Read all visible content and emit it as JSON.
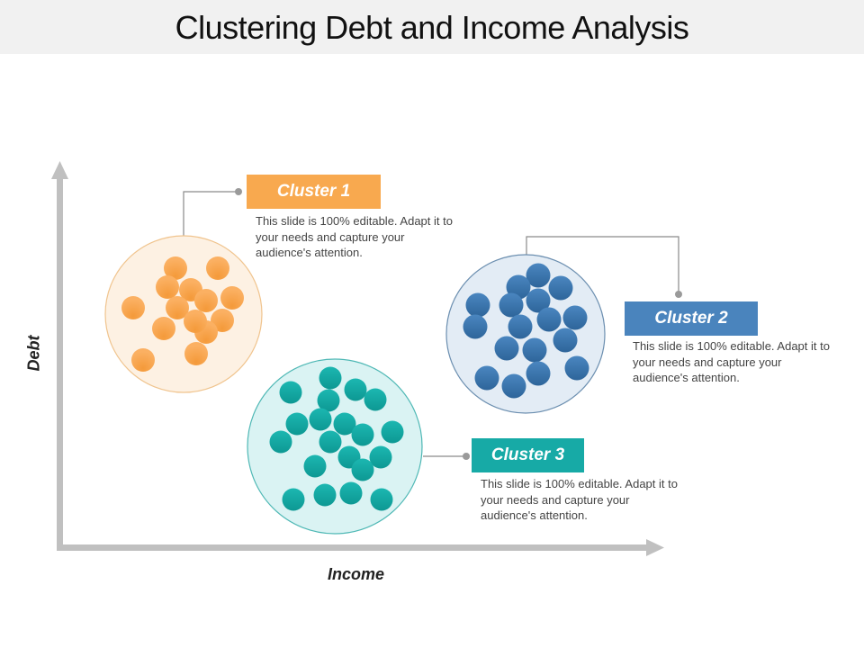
{
  "header": {
    "title": "Clustering Debt and Income Analysis"
  },
  "axes": {
    "x_label": "Income",
    "y_label": "Debt",
    "color": "#c0c0c0"
  },
  "clusters": [
    {
      "label": "Cluster 1",
      "description": "This slide is 100% editable. Adapt it to your needs and capture your audience's attention.",
      "color": "#f7a34b",
      "fill": "#fdf1e3",
      "border": "#f0c48e",
      "label_bg": "#f8a94f",
      "dot_count": 14
    },
    {
      "label": "Cluster 2",
      "description": "This slide is 100% editable. Adapt it to your needs and capture your audience's attention.",
      "color": "#3a77b0",
      "fill": "#e3ecf5",
      "border": "#6c8fb0",
      "label_bg": "#4a84bd",
      "dot_count": 17
    },
    {
      "label": "Cluster 3",
      "description": "This slide is 100% editable. Adapt it to your needs and capture your audience's attention.",
      "color": "#13aaa6",
      "fill": "#daf3f3",
      "border": "#4fb8b5",
      "label_bg": "#17aaa6",
      "dot_count": 20
    }
  ],
  "chart_data": {
    "type": "scatter",
    "title": "Clustering Debt and Income Analysis",
    "xlabel": "Income",
    "ylabel": "Debt",
    "grid": false,
    "legend": [
      "Cluster 1",
      "Cluster 2",
      "Cluster 3"
    ],
    "series": [
      {
        "name": "Cluster 1",
        "group": "low income / high debt",
        "points": 14
      },
      {
        "name": "Cluster 2",
        "group": "high income / high debt",
        "points": 17
      },
      {
        "name": "Cluster 3",
        "group": "mid income / low debt",
        "points": 20
      }
    ]
  }
}
